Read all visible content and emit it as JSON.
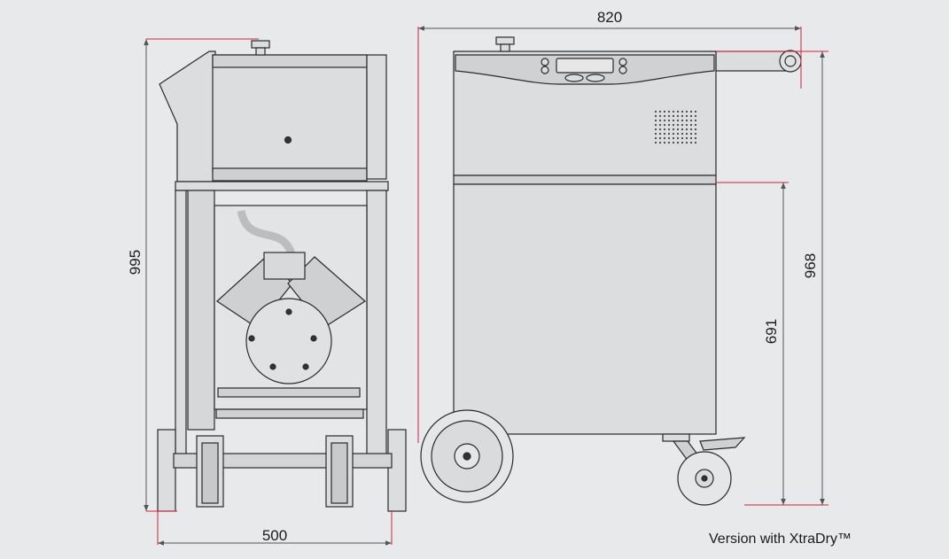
{
  "dimensions": {
    "width_top": "820",
    "height_left": "995",
    "height_right_total": "968",
    "height_right_base": "691",
    "width_bottom": "500"
  },
  "caption": "Version with XtraDry™",
  "colors": {
    "background": "#e8e9ea",
    "dimension_line_red": "#d0243c",
    "dimension_line": "#555555",
    "line_art": "#2a2a2a",
    "body_fill": "#dcdddf"
  }
}
